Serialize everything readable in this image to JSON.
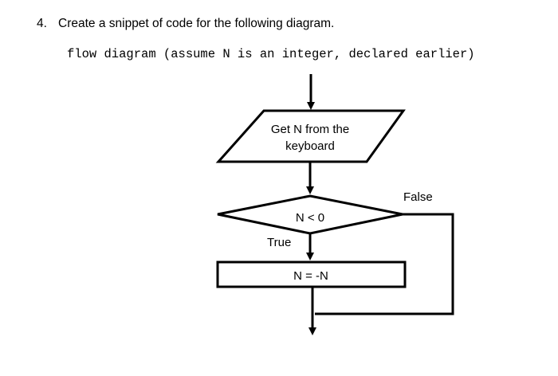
{
  "question": {
    "number": "4.",
    "text": "Create a snippet of code for the following diagram."
  },
  "subtitle": "flow diagram (assume N is an integer, declared earlier)",
  "flowchart": {
    "input_box": {
      "line1": "Get N from the",
      "line2": "keyboard"
    },
    "decision": {
      "label": "N < 0"
    },
    "true_label": "True",
    "false_label": "False",
    "process_box": {
      "label": "N = -N"
    }
  }
}
